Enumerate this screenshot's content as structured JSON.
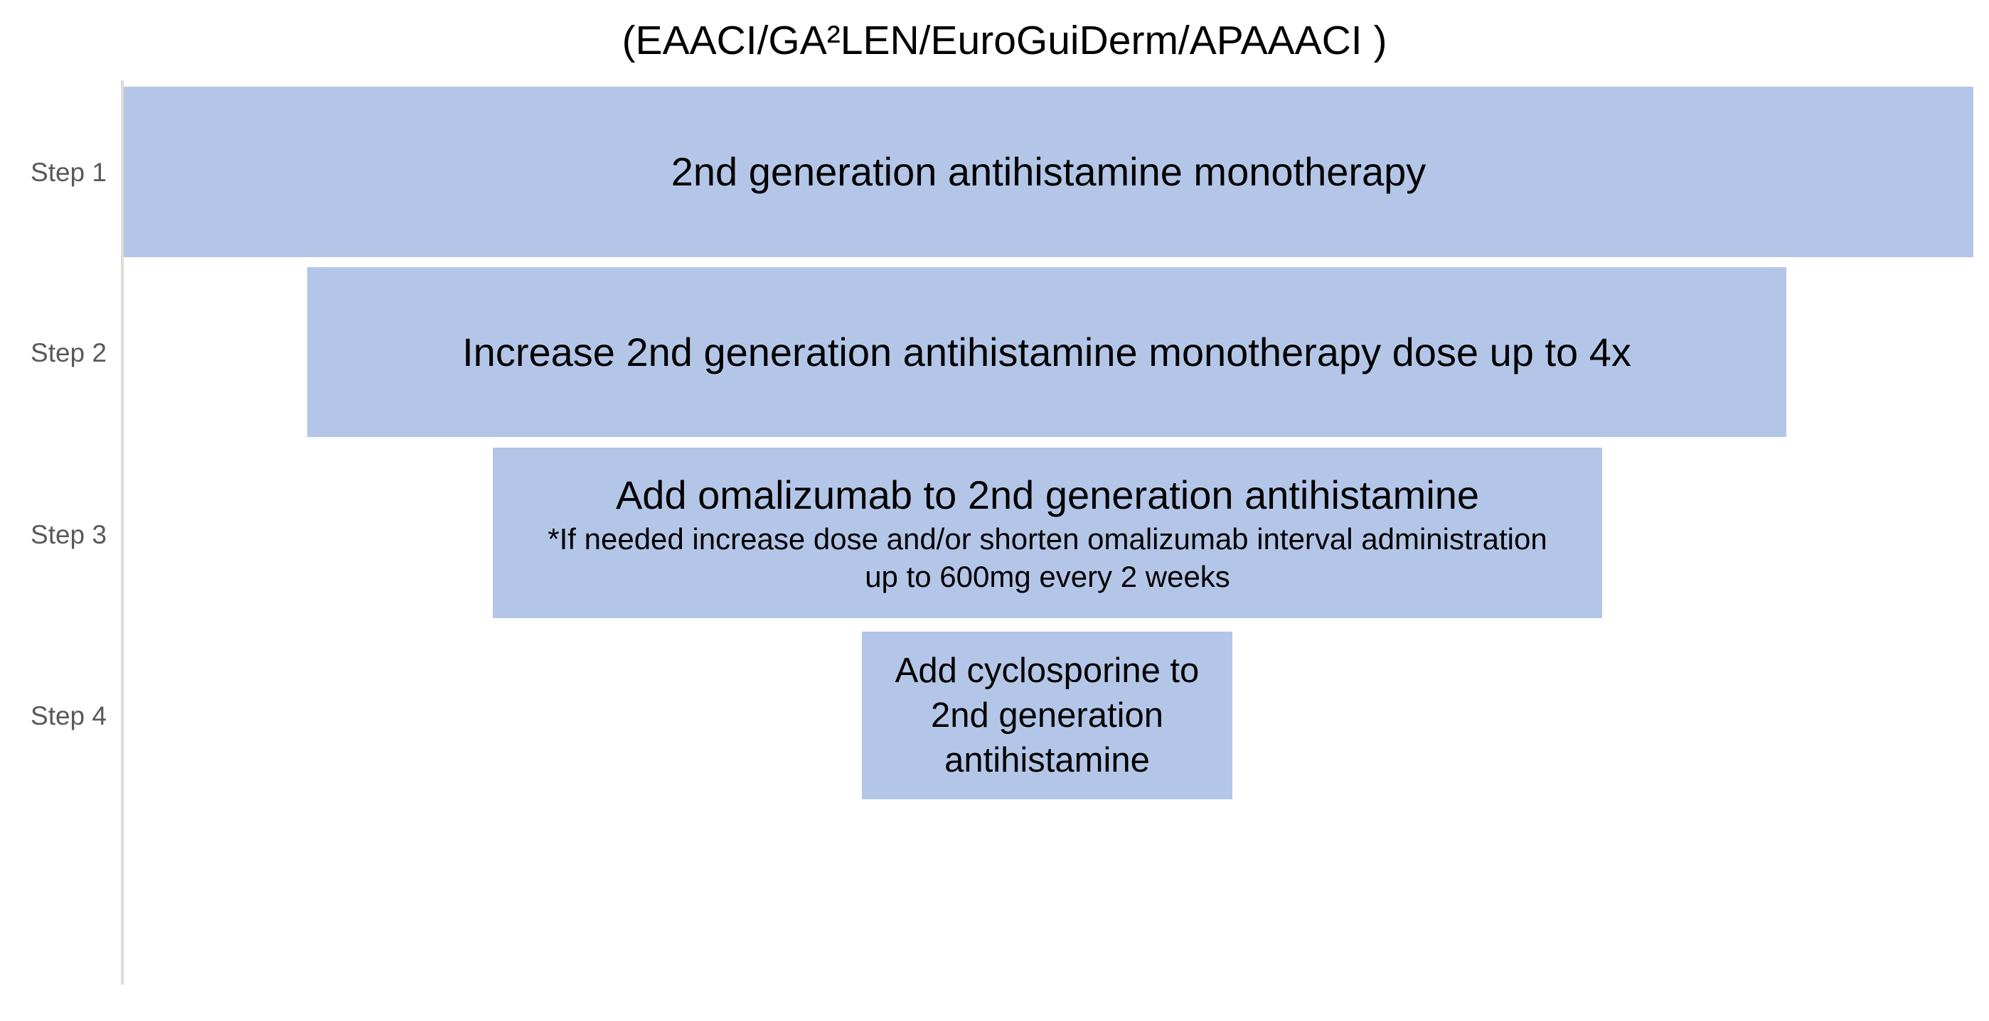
{
  "title": "(EAACI/GA²LEN/EuroGuiDerm/APAAACI )",
  "colors": {
    "bar_fill": "#b4c6e7",
    "bar_text": "#000000",
    "step_label": "#595959",
    "axis_line": "#dcdcdc",
    "background": "#ffffff"
  },
  "steps": [
    {
      "label": "Step 1",
      "text": "2nd generation antihistamine monotherapy"
    },
    {
      "label": "Step 2",
      "text": "Increase 2nd generation antihistamine monotherapy dose up to 4x"
    },
    {
      "label": "Step 3",
      "text": "Add omalizumab to 2nd generation antihistamine",
      "notes": [
        "*If needed increase dose and/or shorten omalizumab interval administration",
        "up to 600mg every 2 weeks"
      ]
    },
    {
      "label": "Step 4",
      "lines": [
        "Add cyclosporine to",
        "2nd generation",
        "antihistamine"
      ]
    }
  ]
}
